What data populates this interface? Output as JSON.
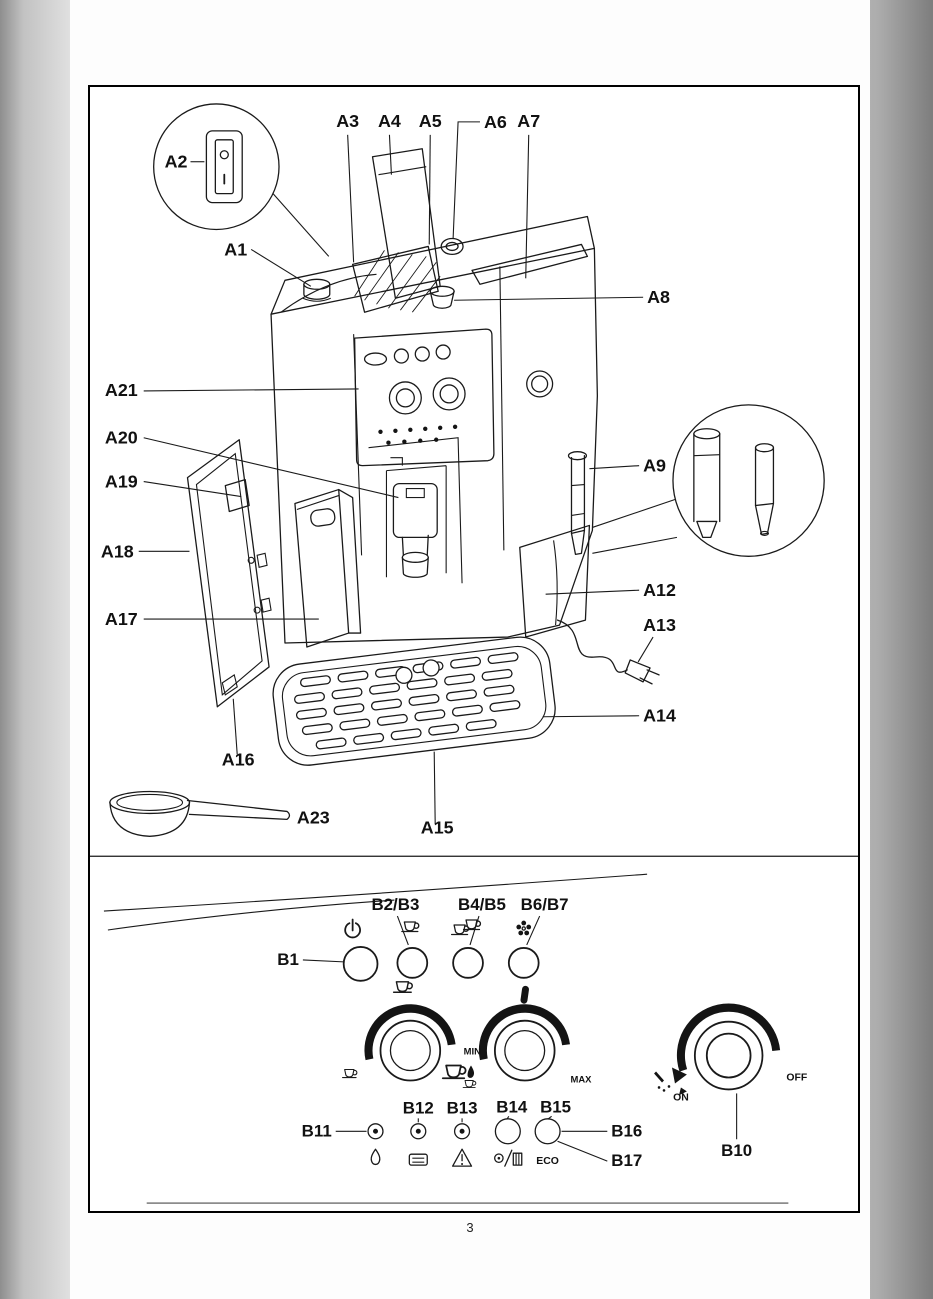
{
  "page": {
    "number": "3"
  },
  "machine_diagram": {
    "labels": {
      "a1": "A1",
      "a2": "A2",
      "a3": "A3",
      "a4": "A4",
      "a5": "A5",
      "a6": "A6",
      "a7": "A7",
      "a8": "A8",
      "a9": "A9",
      "a12": "A12",
      "a13": "A13",
      "a14": "A14",
      "a15": "A15",
      "a16": "A16",
      "a17": "A17",
      "a18": "A18",
      "a19": "A19",
      "a20": "A20",
      "a21": "A21",
      "a23": "A23"
    }
  },
  "panel_diagram": {
    "labels": {
      "b1": "B1",
      "b2_b3": "B2/B3",
      "b4_b5": "B4/B5",
      "b6_b7": "B6/B7",
      "b10": "B10",
      "b11": "B11",
      "b12": "B12",
      "b13": "B13",
      "b14": "B14",
      "b15": "B15",
      "b16": "B16",
      "b17": "B17"
    },
    "dial_text": {
      "min": "MIN",
      "max": "MAX",
      "on": "ON",
      "off": "OFF",
      "eco": "ECO"
    }
  }
}
